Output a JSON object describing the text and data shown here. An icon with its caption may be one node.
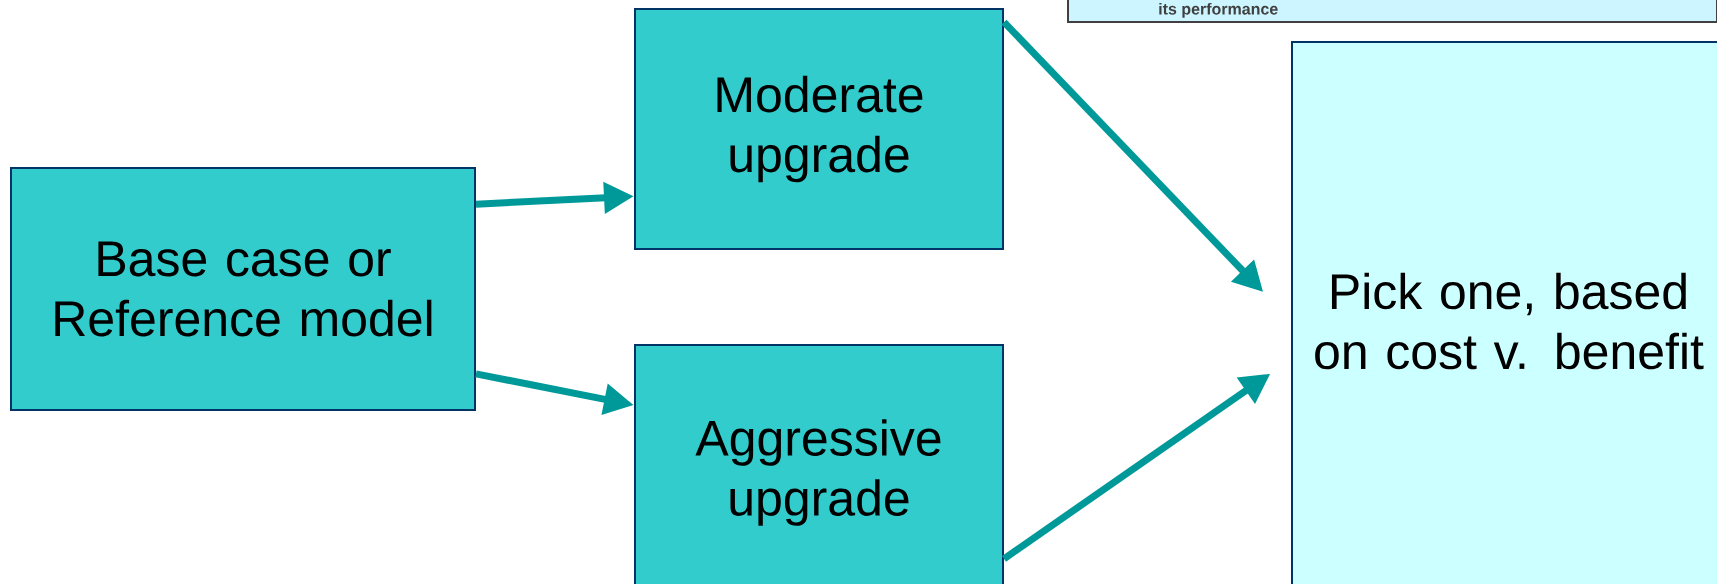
{
  "diagram": {
    "nodes": [
      {
        "text": [
          "its performance"
        ]
      },
      {
        "text": [
          "Base case or Reference model"
        ]
      },
      {
        "text": [
          "Moderate upgrade"
        ]
      },
      {
        "text": [
          "Aggressive upgrade"
        ]
      },
      {
        "text": [
          "Pick one, based on cost v. benefit"
        ]
      }
    ],
    "edges": [
      {
        "from": 1,
        "to": 2,
        "arrow": "to"
      },
      {
        "from": 1,
        "to": 3,
        "arrow": "to"
      },
      {
        "from": 2,
        "to": 4,
        "arrow": "to"
      },
      {
        "from": 3,
        "to": 4,
        "arrow": "to"
      }
    ]
  }
}
